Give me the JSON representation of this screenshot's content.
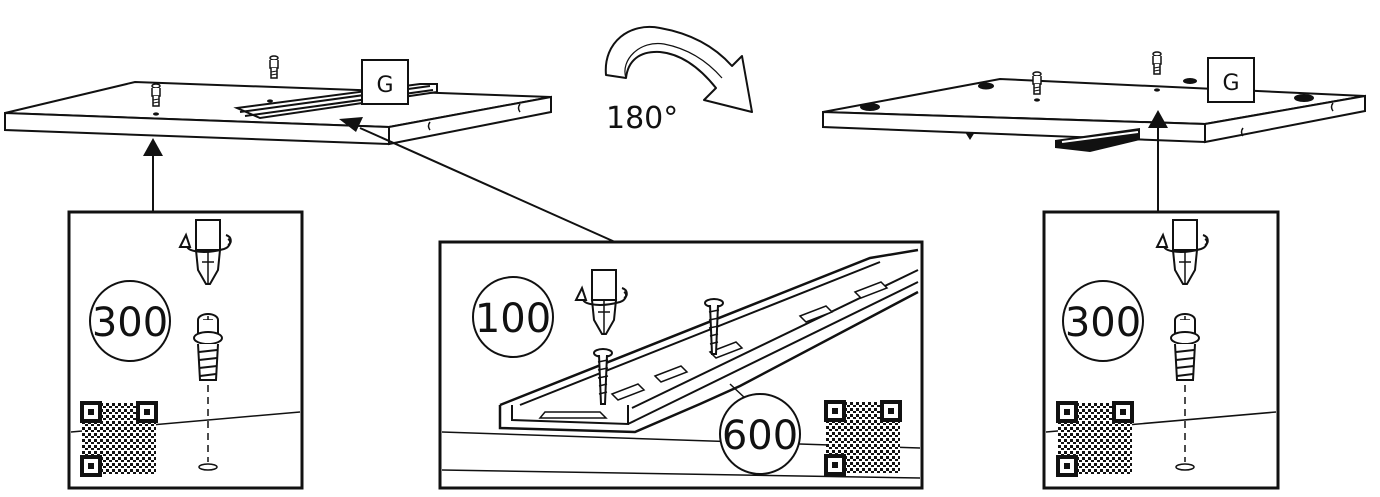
{
  "step": {
    "rotation_label": "180°",
    "panel_label_left": "G",
    "panel_label_right": "G"
  },
  "callouts": {
    "left_quantity": "300",
    "center_screw_quantity": "100",
    "center_rail_quantity": "600",
    "right_quantity": "300"
  },
  "icons": [
    "rotate-arrow-icon",
    "screwdriver-icon",
    "cam-bolt-icon",
    "screw-icon",
    "rail-profile-icon",
    "qr-code-icon",
    "pointer-arrow-icon"
  ],
  "colors": {
    "line": "#111111",
    "fill": "#ffffff",
    "edge": "#f2f2f2"
  }
}
